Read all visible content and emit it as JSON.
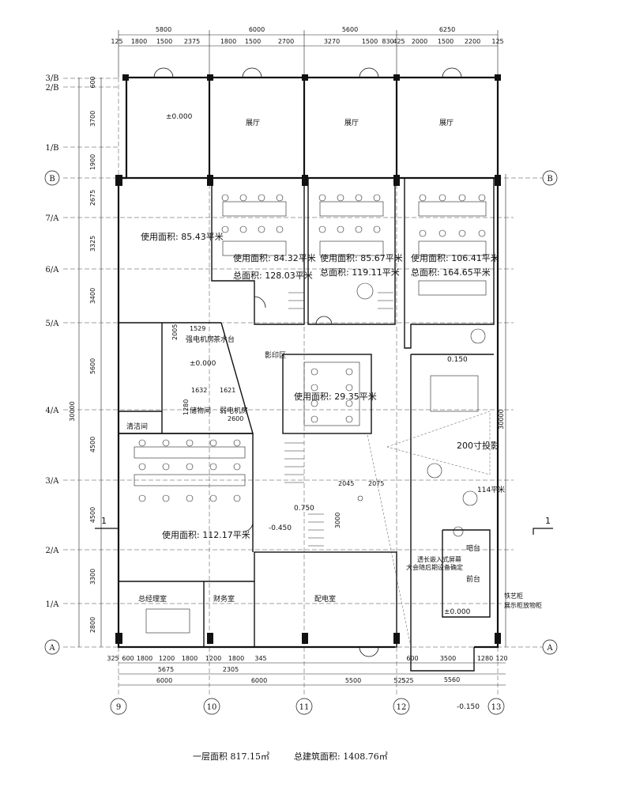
{
  "top_dims": {
    "overall": [
      "5800",
      "6000",
      "5600",
      "6250"
    ],
    "segments": [
      "125",
      "1800",
      "1500",
      "2375",
      "1800",
      "1500",
      "2700",
      "3270",
      "1500",
      "830",
      "425",
      "2000",
      "1500",
      "2200",
      "125"
    ]
  },
  "left_dims": {
    "segments": [
      "600",
      "3700",
      "1900",
      "2675",
      "3325",
      "3400",
      "5600",
      "4500",
      "4500",
      "3300",
      "2800"
    ],
    "overall": "30000"
  },
  "right_dim": "30000",
  "row_axes": [
    "3/B",
    "2/B",
    "1/B",
    "B",
    "7/A",
    "6/A",
    "5/A",
    "4/A",
    "3/A",
    "2/A",
    "1/A",
    "A"
  ],
  "col_axes": [
    "9",
    "10",
    "11",
    "12",
    "13"
  ],
  "section_marker": "1",
  "bottom_dims": {
    "row1": [
      "325",
      "600",
      "1800",
      "1200",
      "1800",
      "1200",
      "1800",
      "345",
      "600",
      "3500",
      "1280",
      "120"
    ],
    "row2": [
      "5675",
      "2305",
      "5560"
    ],
    "row3": [
      "6000",
      "6000",
      "5500",
      "525",
      "525"
    ]
  },
  "rooms": {
    "showroom": "展厅",
    "elev_top": "±0.000",
    "r1_area": "使用面积: 85.43平米",
    "r2_area": "使用面积: 84.32平米",
    "r2_total": "总面积: 128.03平米",
    "r3_area": "使用面积: 85.67平米",
    "r3_total": "总面积: 119.11平米",
    "r4_area": "使用面积: 106.41平米",
    "r4_total": "总面积: 164.65平米",
    "power_room": "强电机房",
    "tea_counter": "茶水台",
    "elev_wc": "±0.000",
    "print_area": "影印区",
    "meeting_area": "使用面积: 29.35平米",
    "weak_room": "弱电机房",
    "storage": "储物间",
    "cleaning": "清洁间",
    "open_office": "使用面积: 112.17平米",
    "gm_office": "总经理室",
    "finance": "财务室",
    "distribution": "配电室",
    "projection": "200寸投影",
    "area_114": "114平米",
    "bar": "吧台",
    "front_desk": "前台",
    "note1": "透长嵌入式屏幕",
    "note2": "大会随后期设备确定",
    "note3": "铁艺柜",
    "note4": "展示柜放物柜",
    "elev_lobby": "±0.000",
    "elev_m045": "-0.450",
    "elev_075": "0.750",
    "elev_015": "0.150",
    "elev_m015": "-0.150",
    "d1529": "1529",
    "d2005": "2005",
    "d1632": "1632",
    "d1621": "1621",
    "d1280": "1280",
    "d2600": "2600",
    "d2045": "2045",
    "d2075": "2075",
    "d3000": "3000"
  },
  "footer": {
    "floor_area": "一层面积 817.15㎡",
    "total_area": "总建筑面积: 1408.76㎡"
  }
}
